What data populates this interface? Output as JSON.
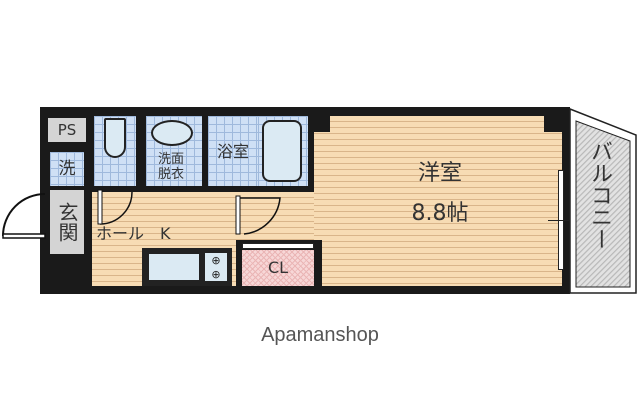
{
  "floorplan": {
    "rooms": {
      "ps": "PS",
      "washer": "洗",
      "entrance": "玄関",
      "washroom": "洗面\n脱衣",
      "washroom_line1": "洗面",
      "washroom_line2": "脱衣",
      "bath": "浴室",
      "hall_kitchen": "ホール　K",
      "closet": "CL",
      "western_room": "洋室",
      "western_room_size": "8.8帖",
      "balcony": "バルコニー"
    },
    "colors": {
      "wall": "#1a1a1a",
      "floor": "#f7dcb4",
      "tile": "#cfe0f5",
      "closet": "#f7d7d7",
      "balcony": "#d0d0d0"
    }
  },
  "footer": {
    "brand": "Apamanshop"
  }
}
